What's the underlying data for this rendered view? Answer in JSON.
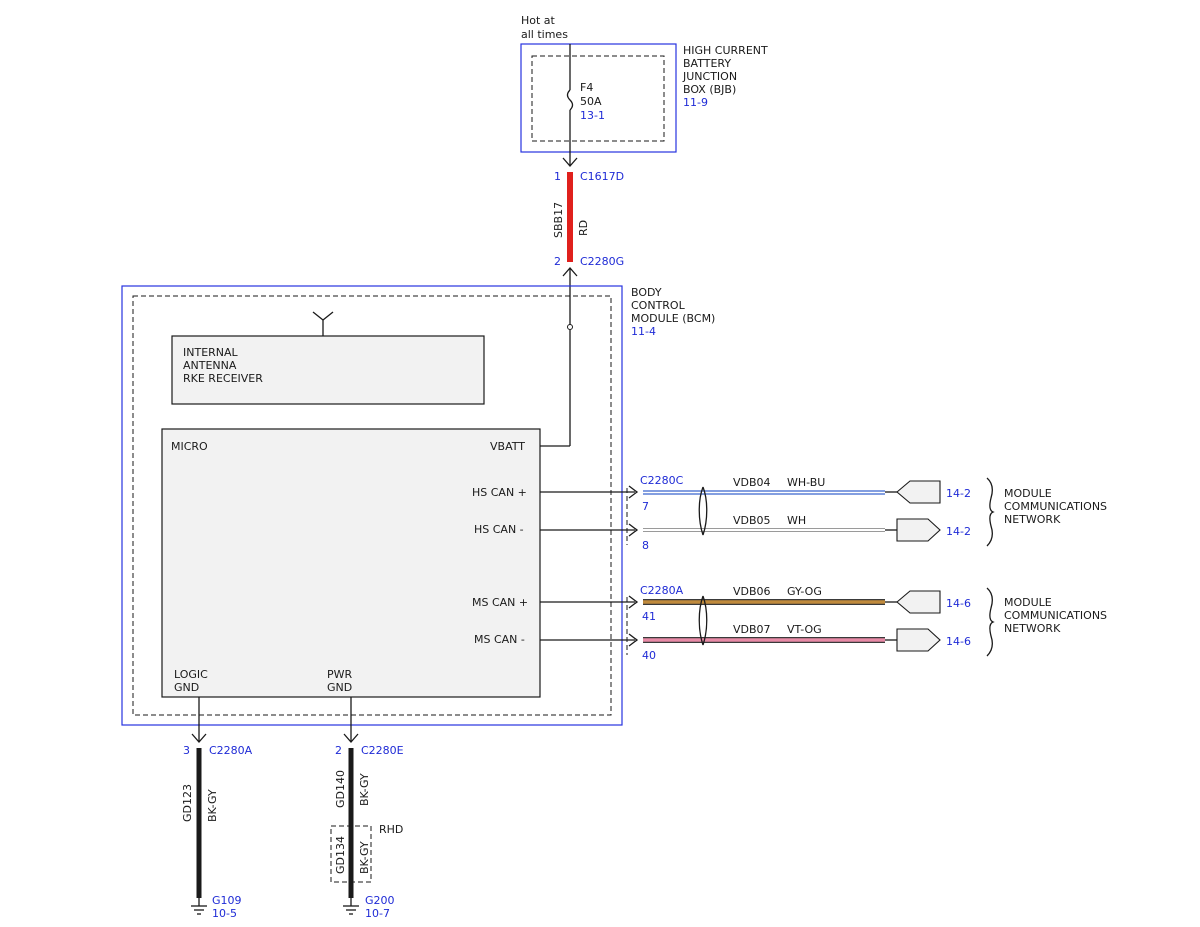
{
  "supply": {
    "label_line1": "Hot at",
    "label_line2": "all times"
  },
  "bjb": {
    "name_lines": [
      "HIGH CURRENT",
      "BATTERY",
      "JUNCTION",
      "BOX (BJB)"
    ],
    "ref": "11-9",
    "fuse_name": "F4",
    "fuse_rating": "50A",
    "fuse_ref": "13-1"
  },
  "feed_wire": {
    "circuit": "SBB17",
    "color": "RD",
    "color_hex": "#e0201c",
    "top_pin": "1",
    "top_connector": "C1617D",
    "bottom_pin": "2",
    "bottom_connector": "C2280G"
  },
  "bcm": {
    "name_lines": [
      "BODY",
      "CONTROL",
      "MODULE (BCM)"
    ],
    "ref": "11-4",
    "antenna_lines": [
      "INTERNAL",
      "ANTENNA",
      "RKE RECEIVER"
    ],
    "micro_label": "MICRO",
    "vbatt_label": "VBATT",
    "logic_gnd_lines": [
      "LOGIC",
      "GND"
    ],
    "pwr_gnd_lines": [
      "PWR",
      "GND"
    ]
  },
  "can_wires": [
    {
      "signal": "HS CAN +",
      "connector": "C2280C",
      "pin": "7",
      "circuit": "VDB04",
      "color": "WH-BU",
      "ref": "14-2",
      "color_hex": "#5a7fd6"
    },
    {
      "signal": "HS CAN -",
      "connector": "",
      "pin": "8",
      "circuit": "VDB05",
      "color": "WH",
      "ref": "14-2",
      "color_hex": "#d8d8d8"
    },
    {
      "signal": "MS CAN +",
      "connector": "C2280A",
      "pin": "41",
      "circuit": "VDB06",
      "color": "GY-OG",
      "ref": "14-6",
      "color_hex": "#c08a3c"
    },
    {
      "signal": "MS CAN -",
      "connector": "",
      "pin": "40",
      "circuit": "VDB07",
      "color": "VT-OG",
      "ref": "14-6",
      "color_hex": "#e88aa6"
    }
  ],
  "networks": [
    {
      "lines": [
        "MODULE",
        "COMMUNICATIONS",
        "NETWORK"
      ]
    },
    {
      "lines": [
        "MODULE",
        "COMMUNICATIONS",
        "NETWORK"
      ]
    }
  ],
  "grounds": [
    {
      "pin": "3",
      "connector": "C2280A",
      "circuit": "GD123",
      "color": "BK-GY",
      "point": "G109",
      "ref": "10-5"
    },
    {
      "pin": "2",
      "connector": "C2280E",
      "circuit": "GD140",
      "color": "BK-GY",
      "point": "G200",
      "ref": "10-7",
      "alt_circuit": "GD134",
      "alt_color": "BK-GY",
      "alt_note": "RHD"
    }
  ]
}
